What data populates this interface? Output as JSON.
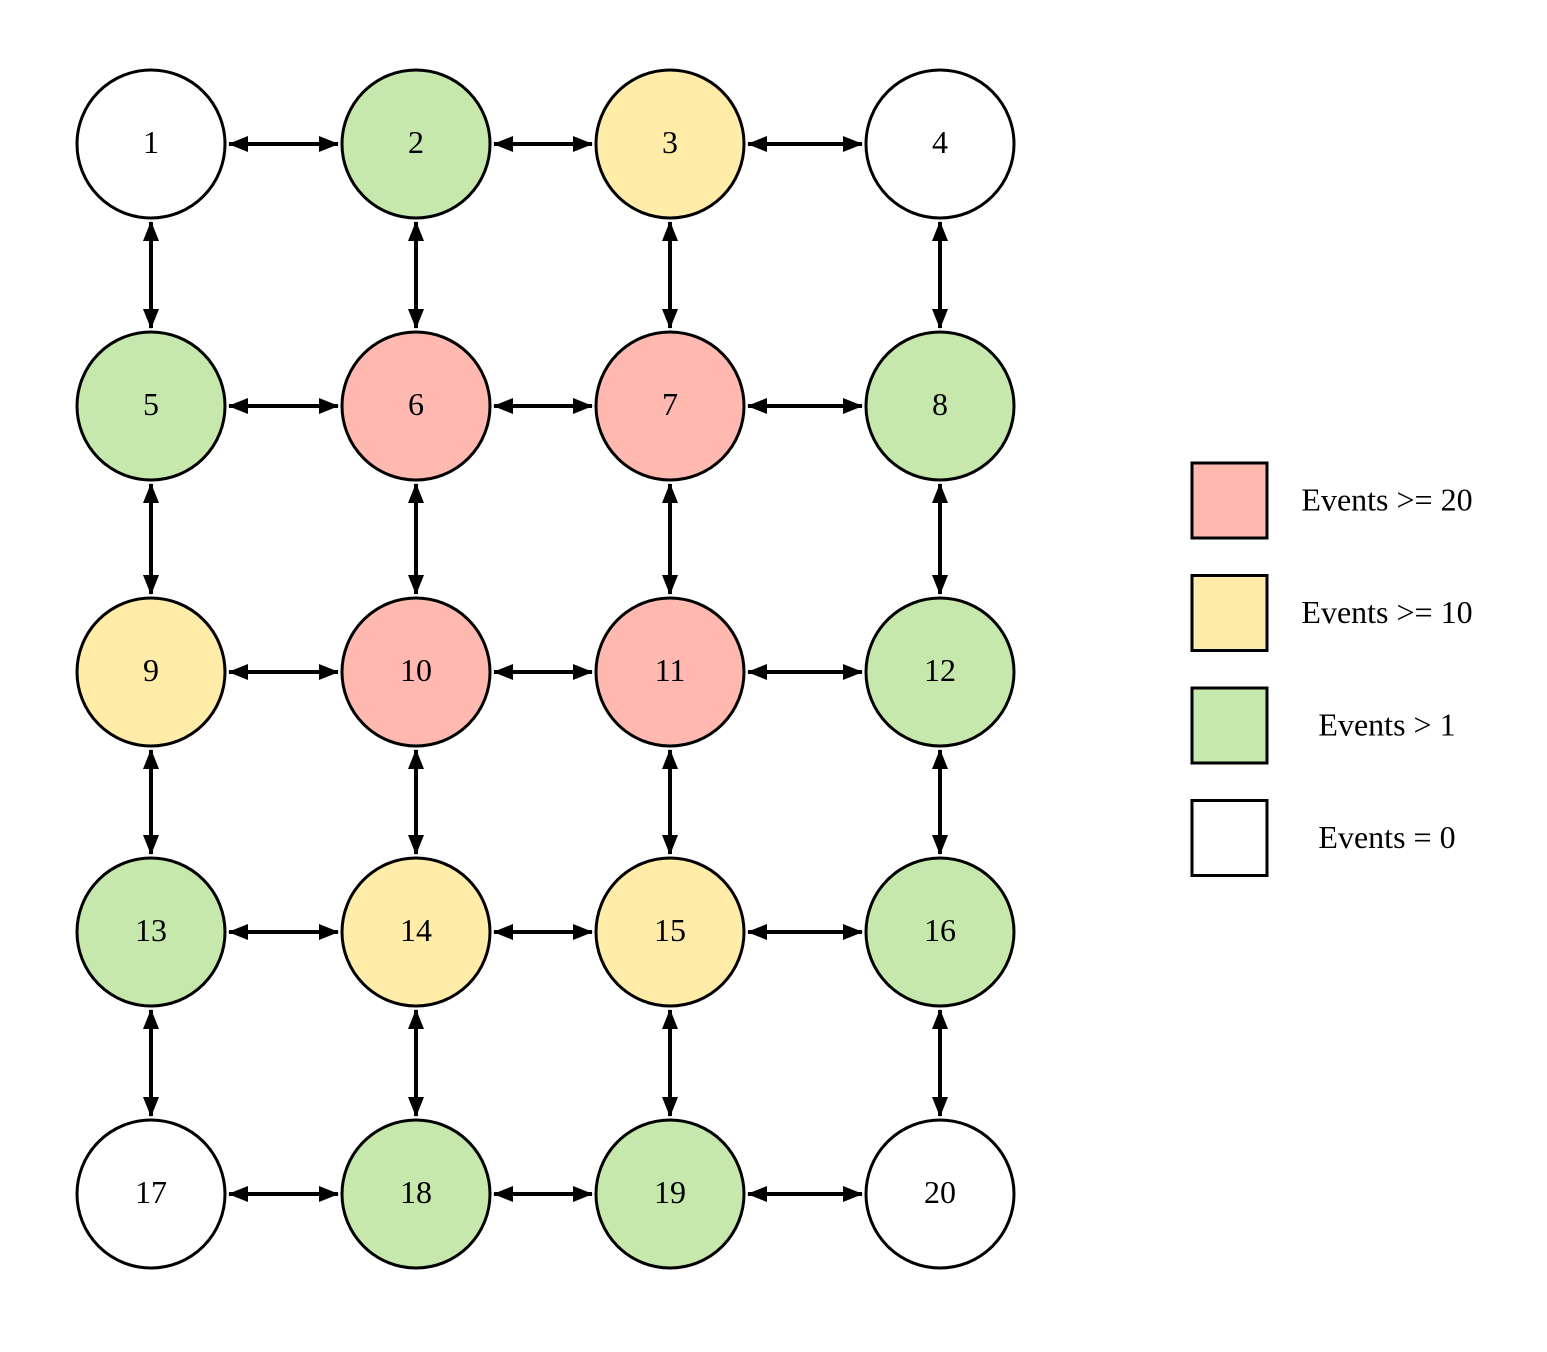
{
  "colors": {
    "red": "#FFB9B0",
    "yellow": "#FFECA8",
    "green": "#C7E8AC",
    "white": "#FFFFFF",
    "stroke": "#000000"
  },
  "nodes": [
    {
      "label": "1",
      "category": "white"
    },
    {
      "label": "2",
      "category": "green"
    },
    {
      "label": "3",
      "category": "yellow"
    },
    {
      "label": "4",
      "category": "white"
    },
    {
      "label": "5",
      "category": "green"
    },
    {
      "label": "6",
      "category": "red"
    },
    {
      "label": "7",
      "category": "red"
    },
    {
      "label": "8",
      "category": "green"
    },
    {
      "label": "9",
      "category": "yellow"
    },
    {
      "label": "10",
      "category": "red"
    },
    {
      "label": "11",
      "category": "red"
    },
    {
      "label": "12",
      "category": "green"
    },
    {
      "label": "13",
      "category": "green"
    },
    {
      "label": "14",
      "category": "yellow"
    },
    {
      "label": "15",
      "category": "yellow"
    },
    {
      "label": "16",
      "category": "green"
    },
    {
      "label": "17",
      "category": "white"
    },
    {
      "label": "18",
      "category": "green"
    },
    {
      "label": "19",
      "category": "green"
    },
    {
      "label": "20",
      "category": "white"
    }
  ],
  "edges": [
    [
      "1",
      "2"
    ],
    [
      "2",
      "3"
    ],
    [
      "3",
      "4"
    ],
    [
      "5",
      "6"
    ],
    [
      "6",
      "7"
    ],
    [
      "7",
      "8"
    ],
    [
      "9",
      "10"
    ],
    [
      "10",
      "11"
    ],
    [
      "11",
      "12"
    ],
    [
      "13",
      "14"
    ],
    [
      "14",
      "15"
    ],
    [
      "15",
      "16"
    ],
    [
      "17",
      "18"
    ],
    [
      "18",
      "19"
    ],
    [
      "19",
      "20"
    ],
    [
      "1",
      "5"
    ],
    [
      "5",
      "9"
    ],
    [
      "9",
      "13"
    ],
    [
      "13",
      "17"
    ],
    [
      "2",
      "6"
    ],
    [
      "6",
      "10"
    ],
    [
      "10",
      "14"
    ],
    [
      "14",
      "18"
    ],
    [
      "3",
      "7"
    ],
    [
      "7",
      "11"
    ],
    [
      "11",
      "15"
    ],
    [
      "15",
      "19"
    ],
    [
      "4",
      "8"
    ],
    [
      "8",
      "12"
    ],
    [
      "12",
      "16"
    ],
    [
      "16",
      "20"
    ]
  ],
  "legend": [
    {
      "category": "red",
      "label": "Events >= 20"
    },
    {
      "category": "yellow",
      "label": "Events >= 10"
    },
    {
      "category": "green",
      "label": "Events > 1"
    },
    {
      "category": "white",
      "label": "Events = 0"
    }
  ]
}
